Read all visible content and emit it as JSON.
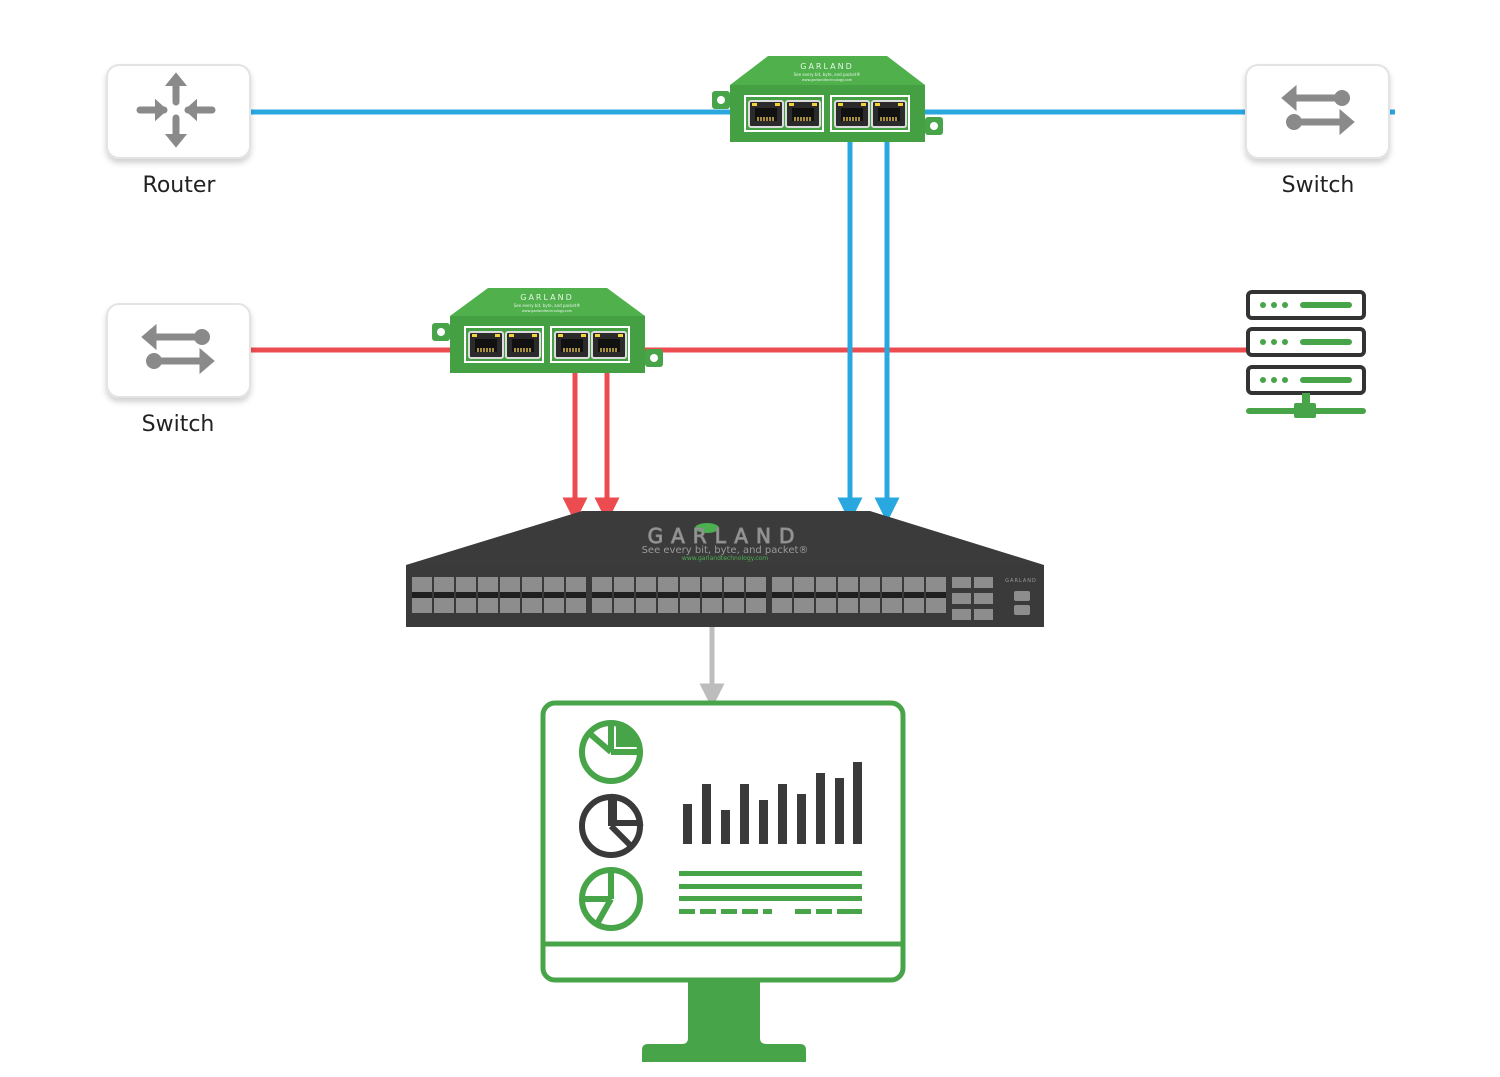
{
  "nodes": {
    "router": {
      "label": "Router"
    },
    "switch_top": {
      "label": "Switch"
    },
    "switch_left": {
      "label": "Switch"
    }
  },
  "tap_device": {
    "brand": "GARLAND",
    "tagline": "See every bit, byte, and packet®",
    "url": "www.garlandtechnology.com"
  },
  "packet_broker": {
    "brand": "GARLAND",
    "tagline": "See every bit, byte, and packet®",
    "url": "www.garlandtechnology.com",
    "side_brand": "GARLAND"
  },
  "colors": {
    "link_blue": "#29a8e0",
    "link_red": "#ec4b50",
    "link_gray": "#bdbdbd",
    "brand_green": "#48a448",
    "device_dark": "#3a3a3a",
    "icon_gray": "#8a8a8a"
  },
  "icons": {
    "router": "router-icon",
    "switch": "switch-icon",
    "server": "server-stack-icon",
    "monitor": "monitoring-dashboard-icon"
  }
}
